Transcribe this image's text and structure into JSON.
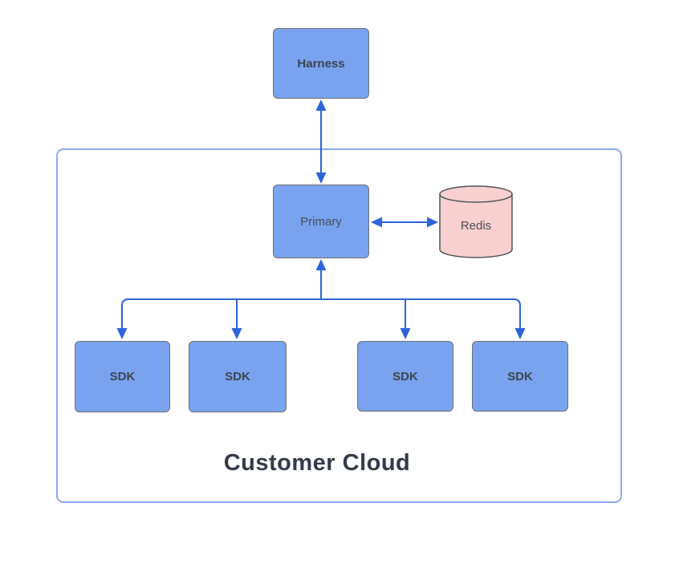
{
  "diagram": {
    "container": {
      "label": "Customer Cloud"
    },
    "nodes": {
      "harness": {
        "label": "Harness",
        "shape": "rectangle"
      },
      "primary": {
        "label": "Primary",
        "shape": "rectangle"
      },
      "redis": {
        "label": "Redis",
        "shape": "cylinder"
      },
      "sdks": [
        {
          "label": "SDK"
        },
        {
          "label": "SDK"
        },
        {
          "label": "SDK"
        },
        {
          "label": "SDK"
        }
      ]
    },
    "edges": [
      {
        "between": [
          "Harness",
          "Primary"
        ],
        "arrows": "both-ends",
        "orientation": "vertical"
      },
      {
        "between": [
          "Primary",
          "Redis"
        ],
        "arrows": "both-ends",
        "orientation": "horizontal"
      },
      {
        "between": [
          "Primary",
          "SDK x4"
        ],
        "arrows": "down-into-each-SDK-and-up-into-Primary",
        "orientation": "branching-trunk"
      }
    ],
    "colors": {
      "node_fill": "#79a3ef",
      "node_border": "#6f6f6f",
      "redis_fill": "#f8d0cf",
      "redis_border": "#4f5458",
      "arrow": "#2d64db",
      "container_border": "#88acf1",
      "node_text": "#3e4450",
      "title_text": "#333b49",
      "background": "#ffffff"
    }
  }
}
